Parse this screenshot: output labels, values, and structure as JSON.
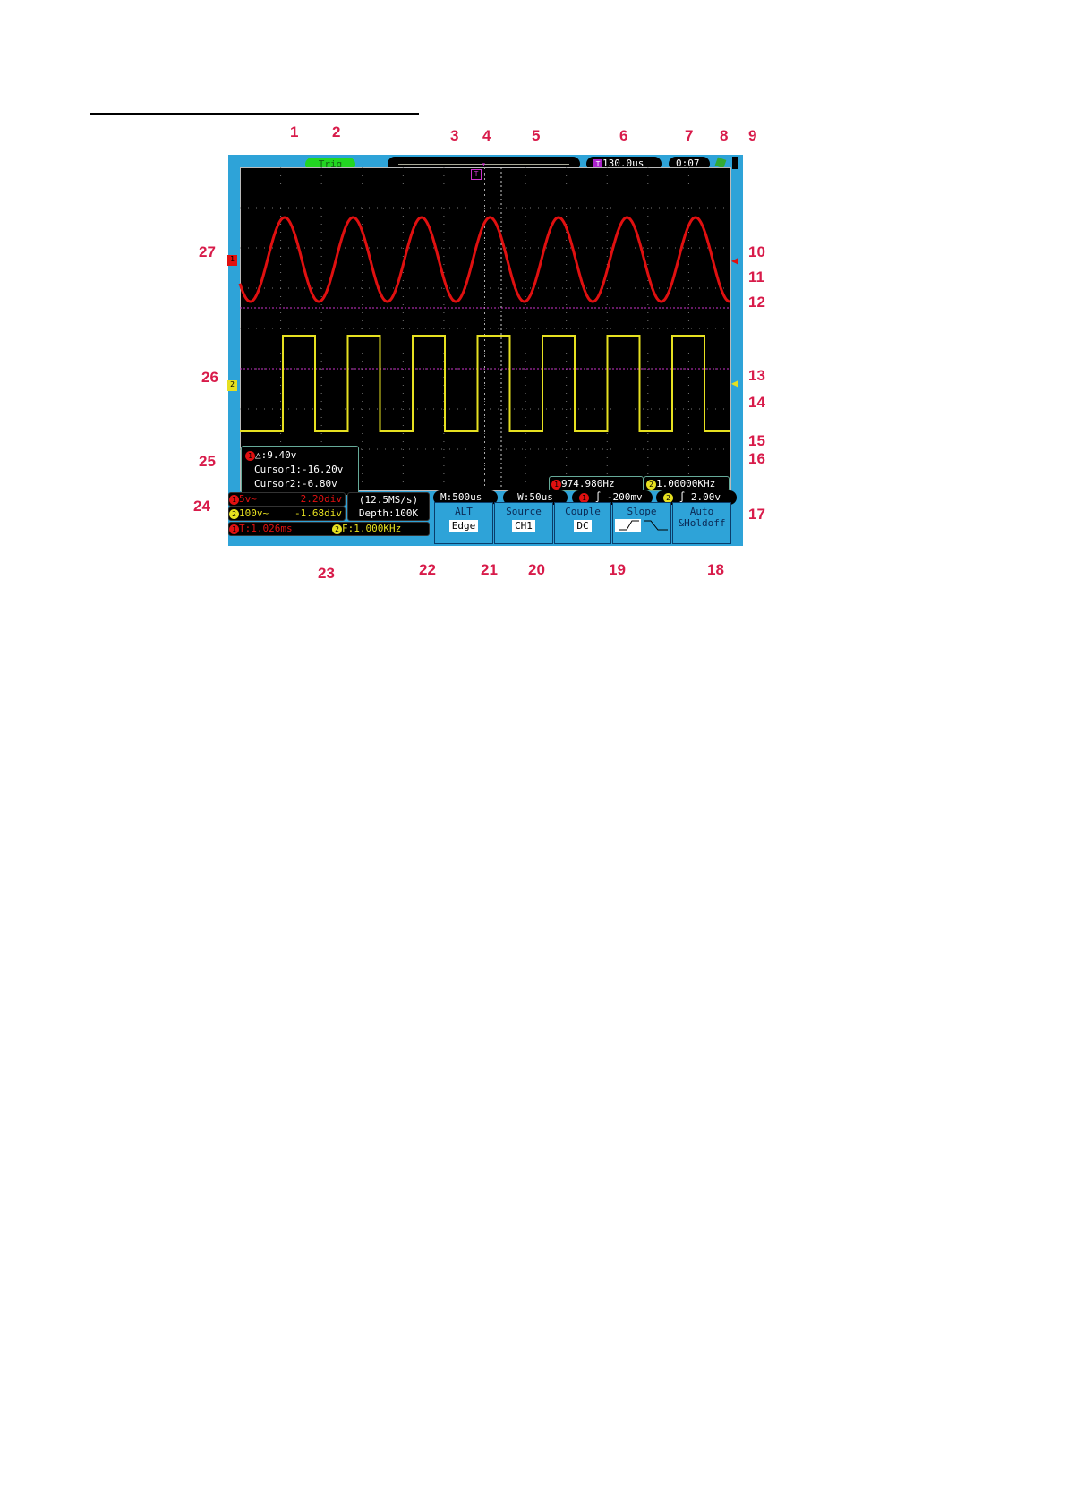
{
  "top": {
    "trig_status": "Trig",
    "trigger_position": "130.0us",
    "time": "0:07"
  },
  "cursor_box": {
    "delta": "△:9.40v",
    "cursor1": "Cursor1:-16.20v",
    "cursor2": "Cursor2:-6.80v"
  },
  "measure": {
    "ch1_freq": "974.980Hz",
    "ch2_freq": "1.00000KHz"
  },
  "channels": {
    "ch1_scale": "5v~",
    "ch1_offset": "2.20div",
    "ch2_scale": "100v~",
    "ch2_offset": "-1.68div",
    "period": "T:1.026ms",
    "freq": "F:1.000KHz"
  },
  "sampling": {
    "rate": "(12.5MS/s)",
    "depth": "Depth:100K"
  },
  "timebase": {
    "main": "M:500us",
    "window": "W:50us"
  },
  "trigger": {
    "ch1_level": "-200mv",
    "ch2_level": "2.00v"
  },
  "menu": [
    {
      "title": "ALT",
      "value": "Edge"
    },
    {
      "title": "Source",
      "value": "CH1"
    },
    {
      "title": "Couple",
      "value": "DC"
    },
    {
      "title": "Slope",
      "value": ""
    },
    {
      "title": "Auto",
      "value": "&Holdoff"
    }
  ],
  "marker_labels": {
    "ch1": "1",
    "ch2": "2",
    "trigger": "T"
  },
  "callouts": [
    "1",
    "2",
    "3",
    "4",
    "5",
    "6",
    "7",
    "8",
    "9",
    "10",
    "11",
    "12",
    "13",
    "14",
    "15",
    "16",
    "17",
    "18",
    "19",
    "20",
    "21",
    "22",
    "23",
    "24",
    "25",
    "26",
    "27"
  ],
  "colors": {
    "screen": "#2ea3d8",
    "ch1": "#e01010",
    "ch2": "#e6e020",
    "callout": "#d81b4a",
    "trig": "#22d622"
  }
}
